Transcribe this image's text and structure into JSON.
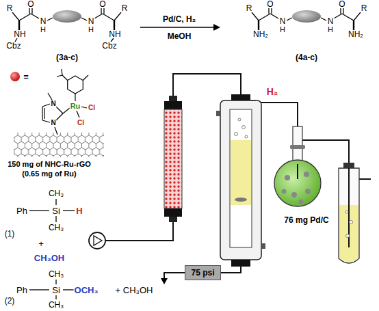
{
  "diagram": {
    "nodes": [
      {
        "text": [
          "75 psi"
        ]
      }
    ],
    "labels": [
      "R",
      "O",
      "N",
      "H",
      "N",
      "H",
      "O",
      "R",
      "NH",
      "Cbz",
      "NH",
      "Cbz",
      "(3a-c)",
      "Pd/C, H₂",
      "MeOH",
      "R",
      "O",
      "N",
      "H",
      "N",
      "H",
      "O",
      "R",
      "NH₂",
      "NH₂",
      "(4a-c)",
      "≡",
      "N",
      "N",
      "Ru",
      "Cl",
      "Cl",
      "150 mg of NHC-Ru-rGO",
      "(0.65 mg of Ru)",
      "H₂",
      "76 mg Pd/C",
      "CH₃",
      "Ph",
      "Si",
      "H",
      "CH₃",
      "(1)",
      "+",
      "CH₃OH",
      "CH₃",
      "Ph",
      "Si",
      "OCH₃",
      "CH₃",
      "(2)",
      "+ CH₃OH"
    ]
  }
}
